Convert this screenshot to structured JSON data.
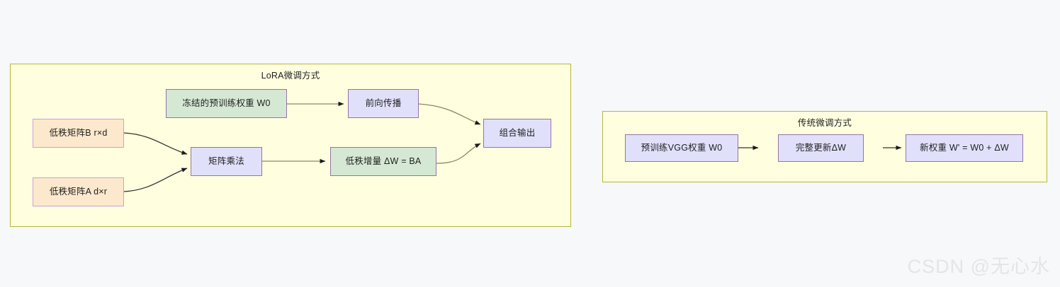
{
  "page": {
    "background_color": "#f7f8fa",
    "watermark": "CSDN @无心水"
  },
  "diagram": {
    "type": "flowchart",
    "groups": [
      {
        "id": "lora",
        "title": "LoRA微调方式",
        "fill_color": "#ffffe0",
        "border_color": "#b5b53d",
        "nodes": [
          {
            "id": "frozen_w0",
            "label": "冻结的预训练权重 W0",
            "style": "green"
          },
          {
            "id": "lowrank_b",
            "label": "低秩矩阵B r×d",
            "style": "orange"
          },
          {
            "id": "lowrank_a",
            "label": "低秩矩阵A d×r",
            "style": "orange"
          },
          {
            "id": "matmul",
            "label": "矩阵乘法",
            "style": "purple"
          },
          {
            "id": "forward",
            "label": "前向传播",
            "style": "purple"
          },
          {
            "id": "delta_w",
            "label": "低秩增量 ΔW = BA",
            "style": "green"
          },
          {
            "id": "combine",
            "label": "组合输出",
            "style": "purple"
          }
        ],
        "edges": [
          {
            "from": "frozen_w0",
            "to": "forward"
          },
          {
            "from": "lowrank_b",
            "to": "matmul"
          },
          {
            "from": "lowrank_a",
            "to": "matmul"
          },
          {
            "from": "matmul",
            "to": "delta_w"
          },
          {
            "from": "forward",
            "to": "combine"
          },
          {
            "from": "delta_w",
            "to": "combine"
          }
        ]
      },
      {
        "id": "traditional",
        "title": "传统微调方式",
        "fill_color": "#ffffe0",
        "border_color": "#b5b53d",
        "nodes": [
          {
            "id": "pretrain_vgg",
            "label": "预训练VGG权重 W0",
            "style": "purple"
          },
          {
            "id": "full_update",
            "label": "完整更新ΔW",
            "style": "purple"
          },
          {
            "id": "new_weight",
            "label": "新权重 W' = W0 + ΔW",
            "style": "purple"
          }
        ],
        "edges": [
          {
            "from": "pretrain_vgg",
            "to": "full_update"
          },
          {
            "from": "full_update",
            "to": "new_weight"
          }
        ]
      }
    ],
    "colors": {
      "node_purple_fill": "#e1e0fb",
      "node_purple_border": "#9673a6",
      "node_green_fill": "#d5e8d4",
      "node_green_border": "#9673a6",
      "node_orange_fill": "#fce8cd",
      "node_orange_border": "#c9a0dc",
      "edge_stroke": "#8a8a5c",
      "arrowhead": "#333333"
    }
  }
}
